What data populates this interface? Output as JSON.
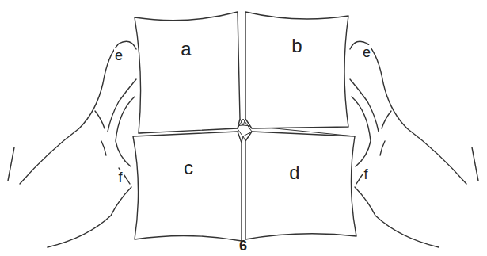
{
  "diagram": {
    "nodes": [
      {
        "text": [
          "a"
        ]
      },
      {
        "text": [
          "b"
        ]
      },
      {
        "text": [
          "c"
        ]
      },
      {
        "text": [
          "d"
        ]
      }
    ],
    "labels": [
      "e",
      "e",
      "f",
      "f",
      "6"
    ]
  }
}
